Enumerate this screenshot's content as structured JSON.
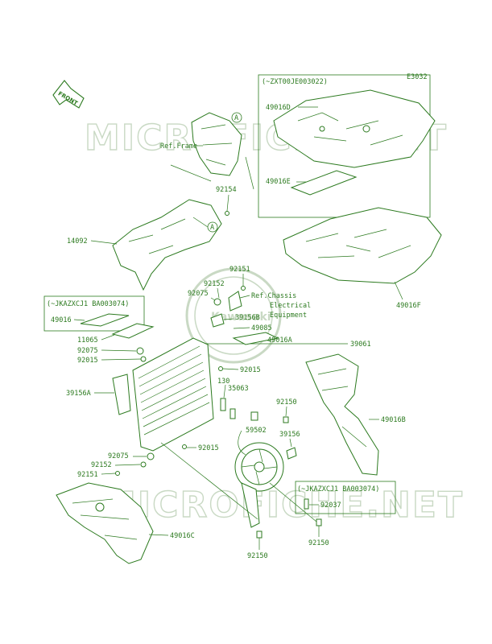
{
  "diagram_code": "E3032",
  "front_arrow_label": "FRONT",
  "callout_letter": "A",
  "watermark_text": "MICROFICHE.NET",
  "badge_text": "Kawasaki",
  "colors": {
    "line": "#2c7a1f",
    "watermark": "#c9d9c4"
  },
  "boxes": {
    "top_right": "(~ZXT00JE003022)",
    "left": "(~JKAZXCJ1 BA003074)",
    "bottom_right": "(~JKAZXCJ1 BA003074)"
  },
  "labels": {
    "ref_frame": "Ref.Frame",
    "p92154": "92154",
    "p14092": "14092",
    "p92151_top": "92151",
    "p92152_top": "92152",
    "p92075_top": "92075",
    "ref_chassis_1": "Ref.Chassis",
    "ref_chassis_2": "Electrical",
    "ref_chassis_3": "Equipment",
    "p39156b": "39156B",
    "p49085": "49085",
    "p49016a": "49016A",
    "p39061": "39061",
    "p49016": "49016",
    "p11065": "11065",
    "p92075_mid": "92075",
    "p92015_left": "92015",
    "p92015_mid": "92015",
    "p130": "130",
    "p35063": "35063",
    "p39156a": "39156A",
    "p92150_mid": "92150",
    "p59502": "59502",
    "p39156": "39156",
    "p49016b": "49016B",
    "p92075_low": "92075",
    "p92015_low": "92015",
    "p92152_low": "92152",
    "p92151_low": "92151",
    "p92037": "92037",
    "p49016c": "49016C",
    "p92150_bottom": "92150",
    "p92150_right": "92150",
    "p49016d": "49016D",
    "p49016e": "49016E",
    "p49016f": "49016F"
  }
}
